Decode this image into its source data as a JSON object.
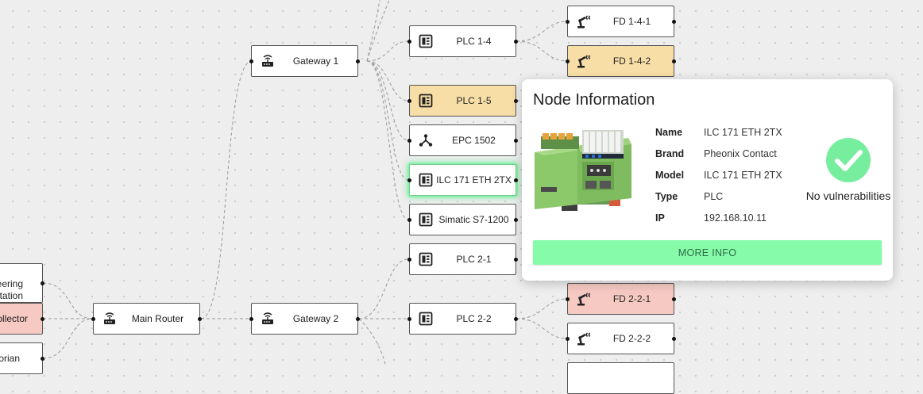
{
  "nodes": {
    "gateway_1": "Gateway 1",
    "plc_1_4": "PLC 1-4",
    "plc_1_5": "PLC 1-5",
    "epc_1502": "EPC 1502",
    "ilc_171": "ILC 171 ETH 2TX",
    "simatic": "Simatic S7-1200",
    "plc_2_1": "PLC 2-1",
    "plc_2_2": "PLC 2-2",
    "fd_1_4_1": "FD 1-4-1",
    "fd_1_4_2": "FD 1-4-2",
    "fd_2_2_1": "FD 2-2-1",
    "fd_2_2_2": "FD 2-2-2",
    "main_router": "Main Router",
    "gateway_2": "Gateway 2",
    "eng_station_line1": "eering",
    "eng_station_line2": "station",
    "collector": "ollector",
    "historian": "orian"
  },
  "popup": {
    "title": "Node Information",
    "fields": [
      {
        "key": "Name",
        "value": "ILC 171 ETH 2TX"
      },
      {
        "key": "Brand",
        "value": "Pheonix Contact"
      },
      {
        "key": "Model",
        "value": "ILC 171 ETH 2TX"
      },
      {
        "key": "Type",
        "value": "PLC"
      },
      {
        "key": "IP",
        "value": "192.168.10.11"
      }
    ],
    "vulnerability_status": "No vulnerabilities",
    "more_info_label": "MORE INFO"
  },
  "colors": {
    "warning_node": "#f7dea6",
    "danger_node": "#f6c9c2",
    "selected_glow": "#8cf2ab",
    "ok_green": "#77ed9e",
    "button_green": "#86fbaa"
  },
  "icons": {
    "router": "router-icon",
    "plc": "plc-chip-icon",
    "field_device": "robot-arm-icon",
    "epc": "network-hub-icon",
    "status": "check-circle-icon"
  }
}
